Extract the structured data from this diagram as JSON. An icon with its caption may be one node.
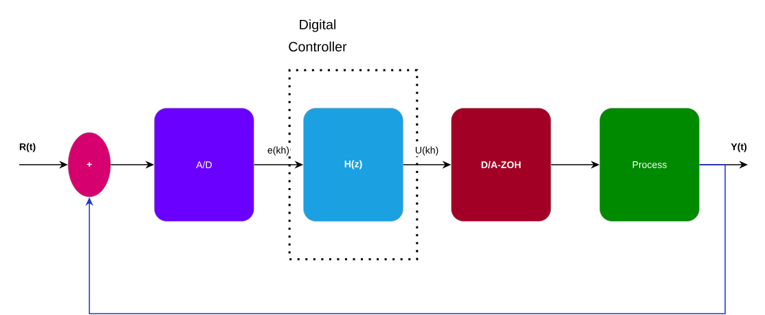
{
  "diagram": {
    "nodes": [
      {
        "text": [
          "Digital Controller"
        ]
      },
      {
        "text": [
          "+"
        ]
      },
      {
        "text": [
          "A/D"
        ]
      },
      {
        "text": [
          "H(z)"
        ],
        "in": 0
      },
      {
        "text": [
          "D/A-ZOH"
        ]
      },
      {
        "text": [
          "Process"
        ]
      }
    ],
    "edges": [
      {
        "from": null,
        "to": 1,
        "arrow": "to",
        "label": "R(t)"
      },
      {
        "from": 1,
        "to": 2,
        "arrow": "to"
      },
      {
        "from": 2,
        "to": 3,
        "arrow": "to",
        "label": "e(kh)"
      },
      {
        "from": 3,
        "to": 4,
        "arrow": "to",
        "label": "U(kh)"
      },
      {
        "from": 4,
        "to": 5,
        "arrow": "to"
      },
      {
        "from": 5,
        "to": null,
        "arrow": "to",
        "label": "Y(t)"
      },
      {
        "from": 5,
        "to": 1,
        "arrow": "to",
        "color": "#2233cc"
      }
    ]
  }
}
